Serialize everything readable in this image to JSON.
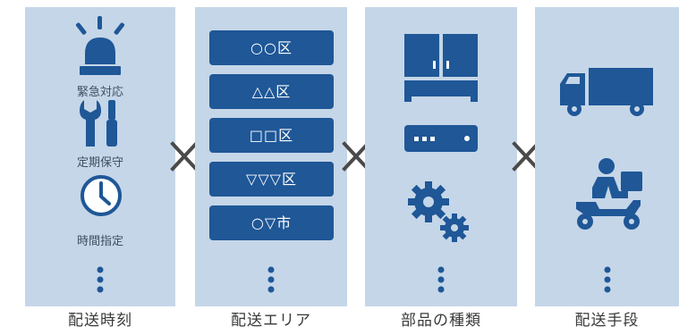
{
  "panels": [
    {
      "caption": "配送時刻",
      "items": [
        {
          "label": "緊急対応",
          "icon": "siren-icon"
        },
        {
          "label": "定期保守",
          "icon": "wrench-screwdriver-icon"
        },
        {
          "label": "時間指定",
          "icon": "clock-icon"
        }
      ]
    },
    {
      "caption": "配送エリア",
      "areas": [
        "○○区",
        "△△区",
        "□□区",
        "▽▽▽区",
        "○▽市"
      ]
    },
    {
      "caption": "部品の種類",
      "icons": [
        "cabinet-icon",
        "server-unit-icon",
        "gears-icon"
      ]
    },
    {
      "caption": "配送手段",
      "icons": [
        "truck-icon",
        "delivery-scooter-icon"
      ]
    }
  ],
  "operator_symbol": "×",
  "more_indicator": "vertical-ellipsis-icon",
  "colors": {
    "panel_bg": "#c5d6e8",
    "accent": "#1f5797",
    "operator": "#4a4a4a",
    "caption_text": "#3a3a3a"
  }
}
